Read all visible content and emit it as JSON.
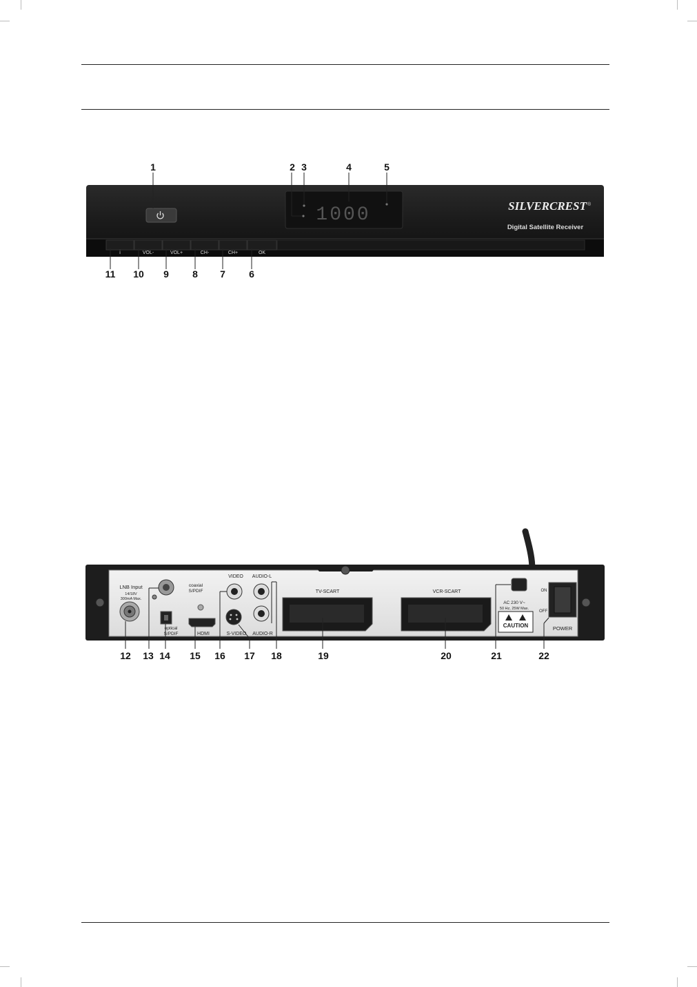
{
  "front": {
    "brand": "SILVERCREST",
    "brand_mark": "®",
    "model_label": "Digital Satellite Receiver",
    "display_text": "1000",
    "buttons": {
      "info": "i",
      "vol_minus": "VOL-",
      "vol_plus": "VOL+",
      "ch_minus": "CH-",
      "ch_plus": "CH+",
      "ok": "OK"
    },
    "callouts": {
      "n1": "1",
      "n2": "2",
      "n3": "3",
      "n4": "4",
      "n5": "5",
      "n6": "6",
      "n7": "7",
      "n8": "8",
      "n9": "9",
      "n10": "10",
      "n11": "11"
    }
  },
  "rear": {
    "lnb_label": "LNB Input",
    "lnb_spec1": "14/18V",
    "lnb_spec2": "300mA Max.",
    "coaxial_label1": "coaxial",
    "coaxial_label2": "S/PDIF",
    "optical_label1": "optical",
    "optical_label2": "S/PDIF",
    "hdmi_label": "HDMI",
    "video_label": "VIDEO",
    "svideo_label": "S-VIDEO",
    "audio_l_label": "AUDIO-L",
    "audio_r_label": "AUDIO-R",
    "tv_scart_label": "TV-SCART",
    "vcr_scart_label": "VCR-SCART",
    "ac_spec1": "AC 230 V~",
    "ac_spec2": "50 Hz, 25W Max.",
    "caution_label": "CAUTION",
    "switch_on": "ON",
    "switch_off": "OFF",
    "power_label": "POWER",
    "callouts": {
      "n12": "12",
      "n13": "13",
      "n14": "14",
      "n15": "15",
      "n16": "16",
      "n17": "17",
      "n18": "18",
      "n19": "19",
      "n20": "20",
      "n21": "21",
      "n22": "22"
    }
  }
}
